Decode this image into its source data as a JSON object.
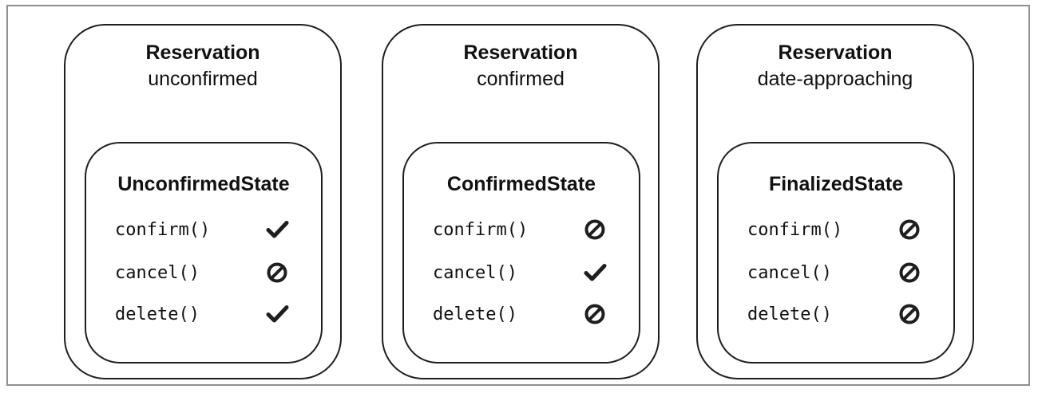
{
  "boxes": [
    {
      "title": "Reservation",
      "subtitle": "unconfirmed",
      "state": {
        "name": "UnconfirmedState",
        "methods": [
          {
            "label": "confirm()",
            "status": "allowed",
            "icon": "check-icon"
          },
          {
            "label": "cancel()",
            "status": "forbidden",
            "icon": "prohibited-icon"
          },
          {
            "label": "delete()",
            "status": "allowed",
            "icon": "check-icon"
          }
        ]
      }
    },
    {
      "title": "Reservation",
      "subtitle": "confirmed",
      "state": {
        "name": "ConfirmedState",
        "methods": [
          {
            "label": "confirm()",
            "status": "forbidden",
            "icon": "prohibited-icon"
          },
          {
            "label": "cancel()",
            "status": "allowed",
            "icon": "check-icon"
          },
          {
            "label": "delete()",
            "status": "forbidden",
            "icon": "prohibited-icon"
          }
        ]
      }
    },
    {
      "title": "Reservation",
      "subtitle": "date-approaching",
      "state": {
        "name": "FinalizedState",
        "methods": [
          {
            "label": "confirm()",
            "status": "forbidden",
            "icon": "prohibited-icon"
          },
          {
            "label": "cancel()",
            "status": "forbidden",
            "icon": "prohibited-icon"
          },
          {
            "label": "delete()",
            "status": "forbidden",
            "icon": "prohibited-icon"
          }
        ]
      }
    }
  ],
  "colors": {
    "stroke": "#1e1e1e",
    "frame": "#8f8f8f",
    "text": "#111111"
  }
}
